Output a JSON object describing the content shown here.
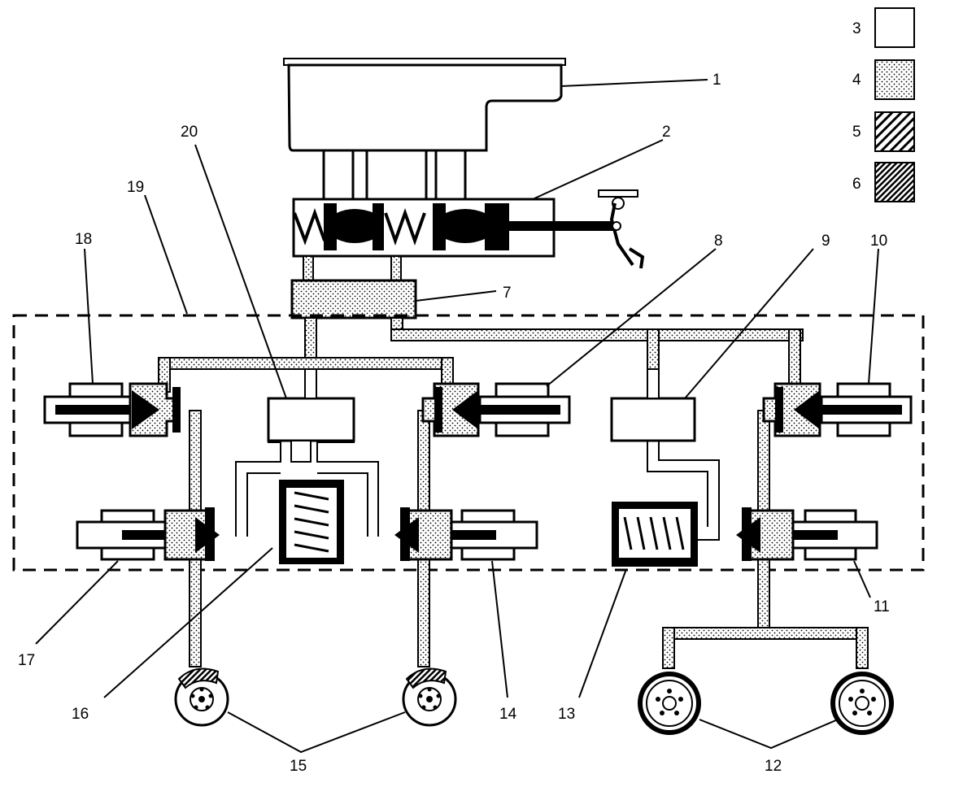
{
  "callouts": {
    "n1": "1",
    "n2": "2",
    "n3": "3",
    "n4": "4",
    "n5": "5",
    "n6": "6",
    "n7": "7",
    "n8": "8",
    "n9": "9",
    "n10": "10",
    "n11": "11",
    "n12": "12",
    "n13": "13",
    "n14": "14",
    "n15": "15",
    "n16": "16",
    "n17": "17",
    "n18": "18",
    "n19": "19",
    "n20": "20"
  },
  "colors": {
    "ink": "#000000",
    "paper": "#ffffff",
    "dot": "#000000"
  }
}
